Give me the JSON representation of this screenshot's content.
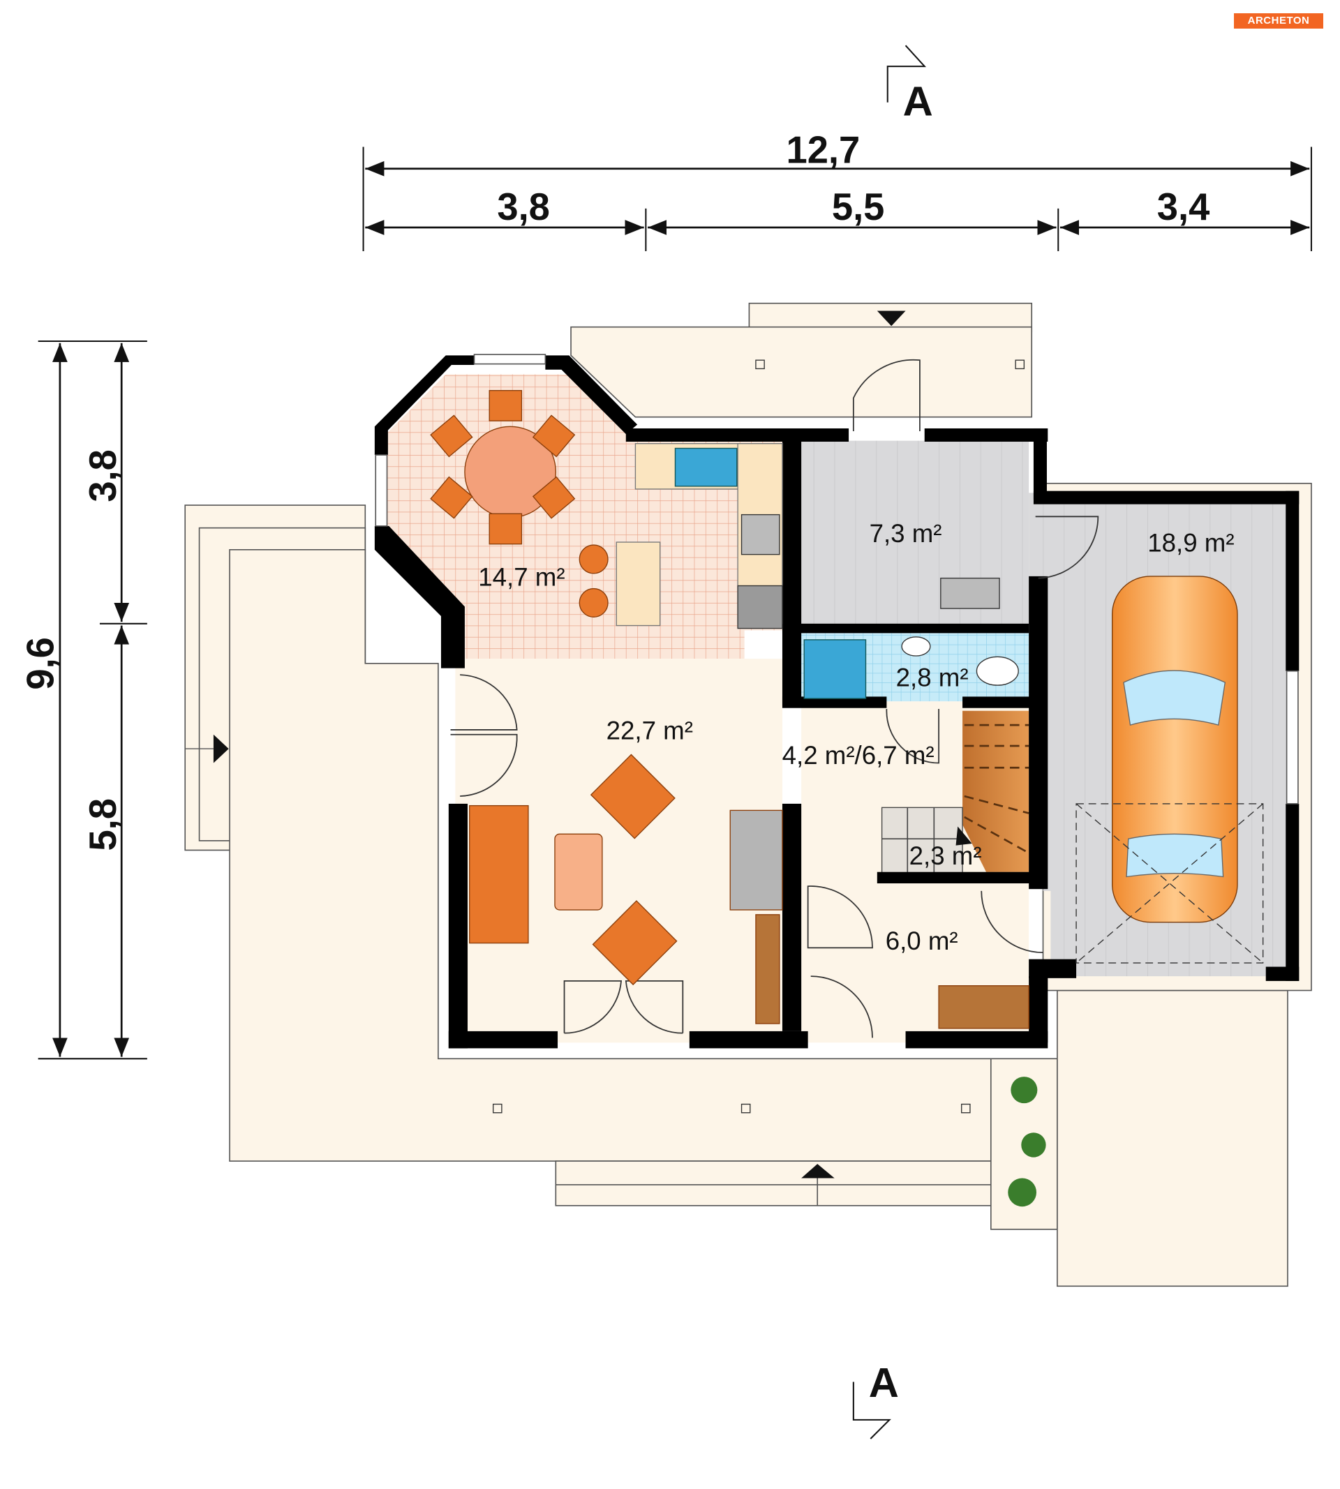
{
  "logo": "ARCHETON",
  "section_label": "A",
  "dimensions": {
    "overall_width": "12,7",
    "width_segments": [
      "3,8",
      "5,5",
      "3,4"
    ],
    "overall_depth": "9,6",
    "depth_segments": [
      "3,8",
      "5,8"
    ]
  },
  "rooms": {
    "kitchen_dining": "14,7 m²",
    "utility": "7,3 m²",
    "garage": "18,9 m²",
    "bathroom": "2,8 m²",
    "living": "22,7 m²",
    "hall": "4,2 m²/6,7 m²",
    "stairs": "2,3 m²",
    "vestibule": "6,0 m²"
  },
  "colors": {
    "wall": "#000000",
    "terrace": "#fdf5e8",
    "tile": "#f7dccb",
    "gray": "#d8d8d8",
    "bath": "#bfe6f5",
    "furniture": "#e8772a",
    "brand": "#f26522"
  }
}
